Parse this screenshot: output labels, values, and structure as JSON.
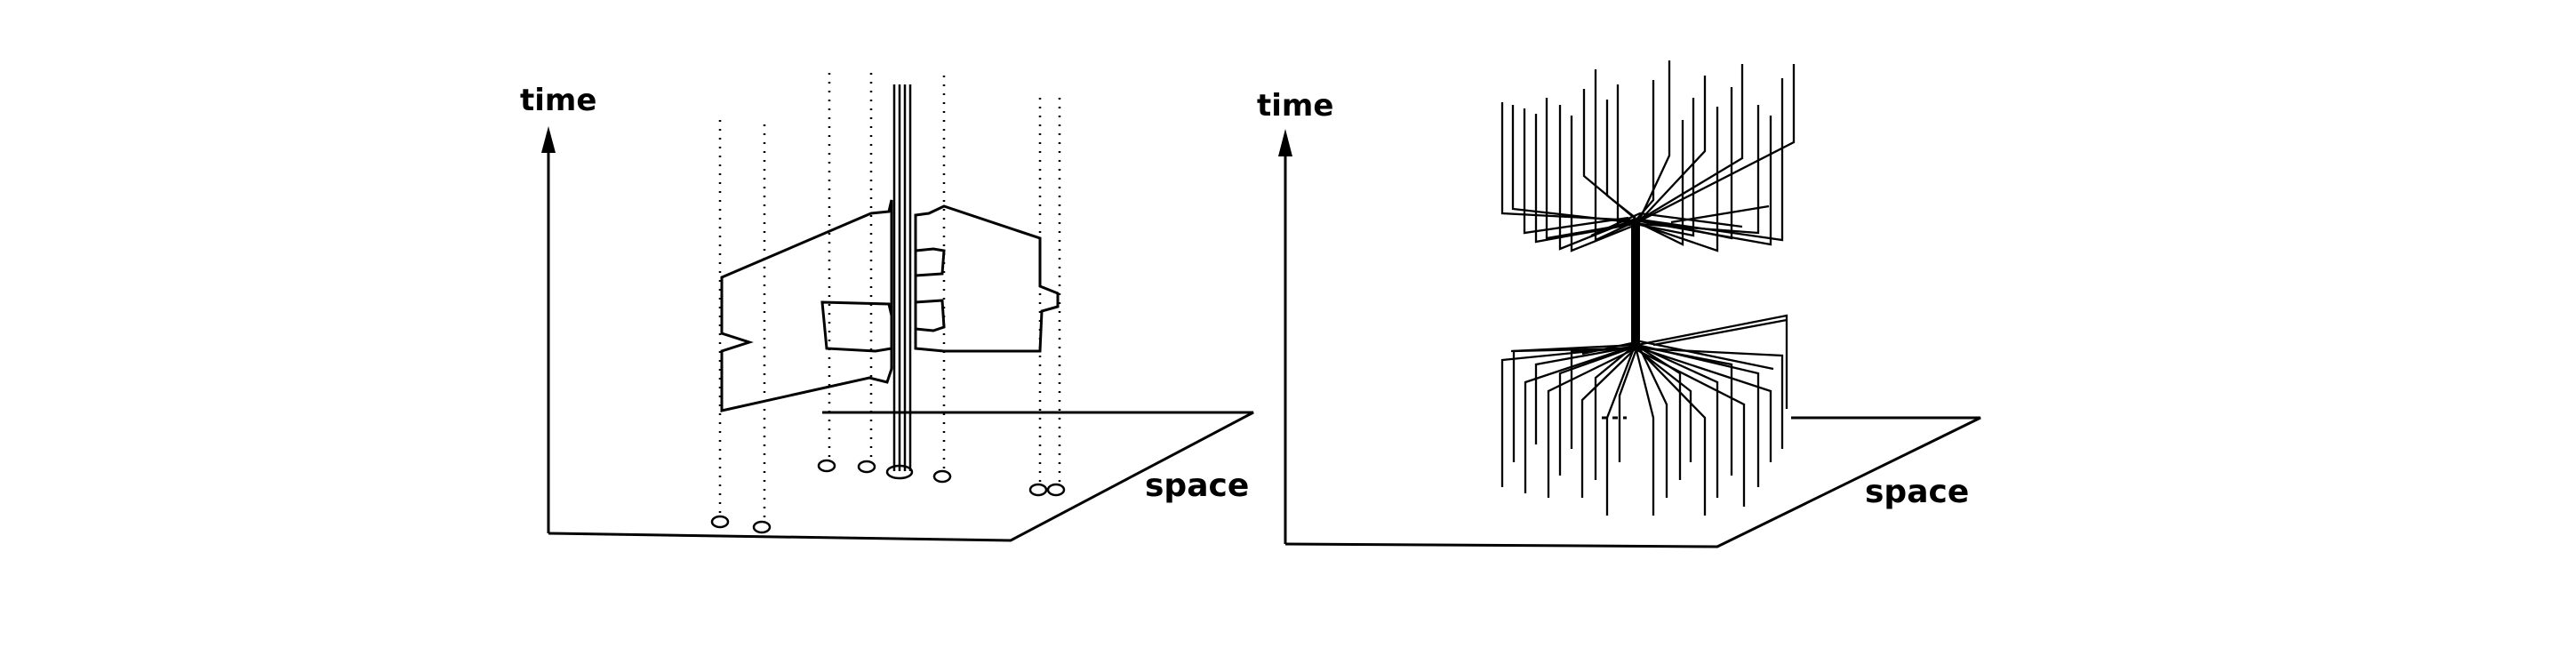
{
  "panels": [
    {
      "time_label": "time",
      "space_label": "space"
    },
    {
      "time_label": "time",
      "space_label": "space"
    }
  ],
  "colors": {
    "ink": "#000000",
    "background": "#ffffff"
  }
}
